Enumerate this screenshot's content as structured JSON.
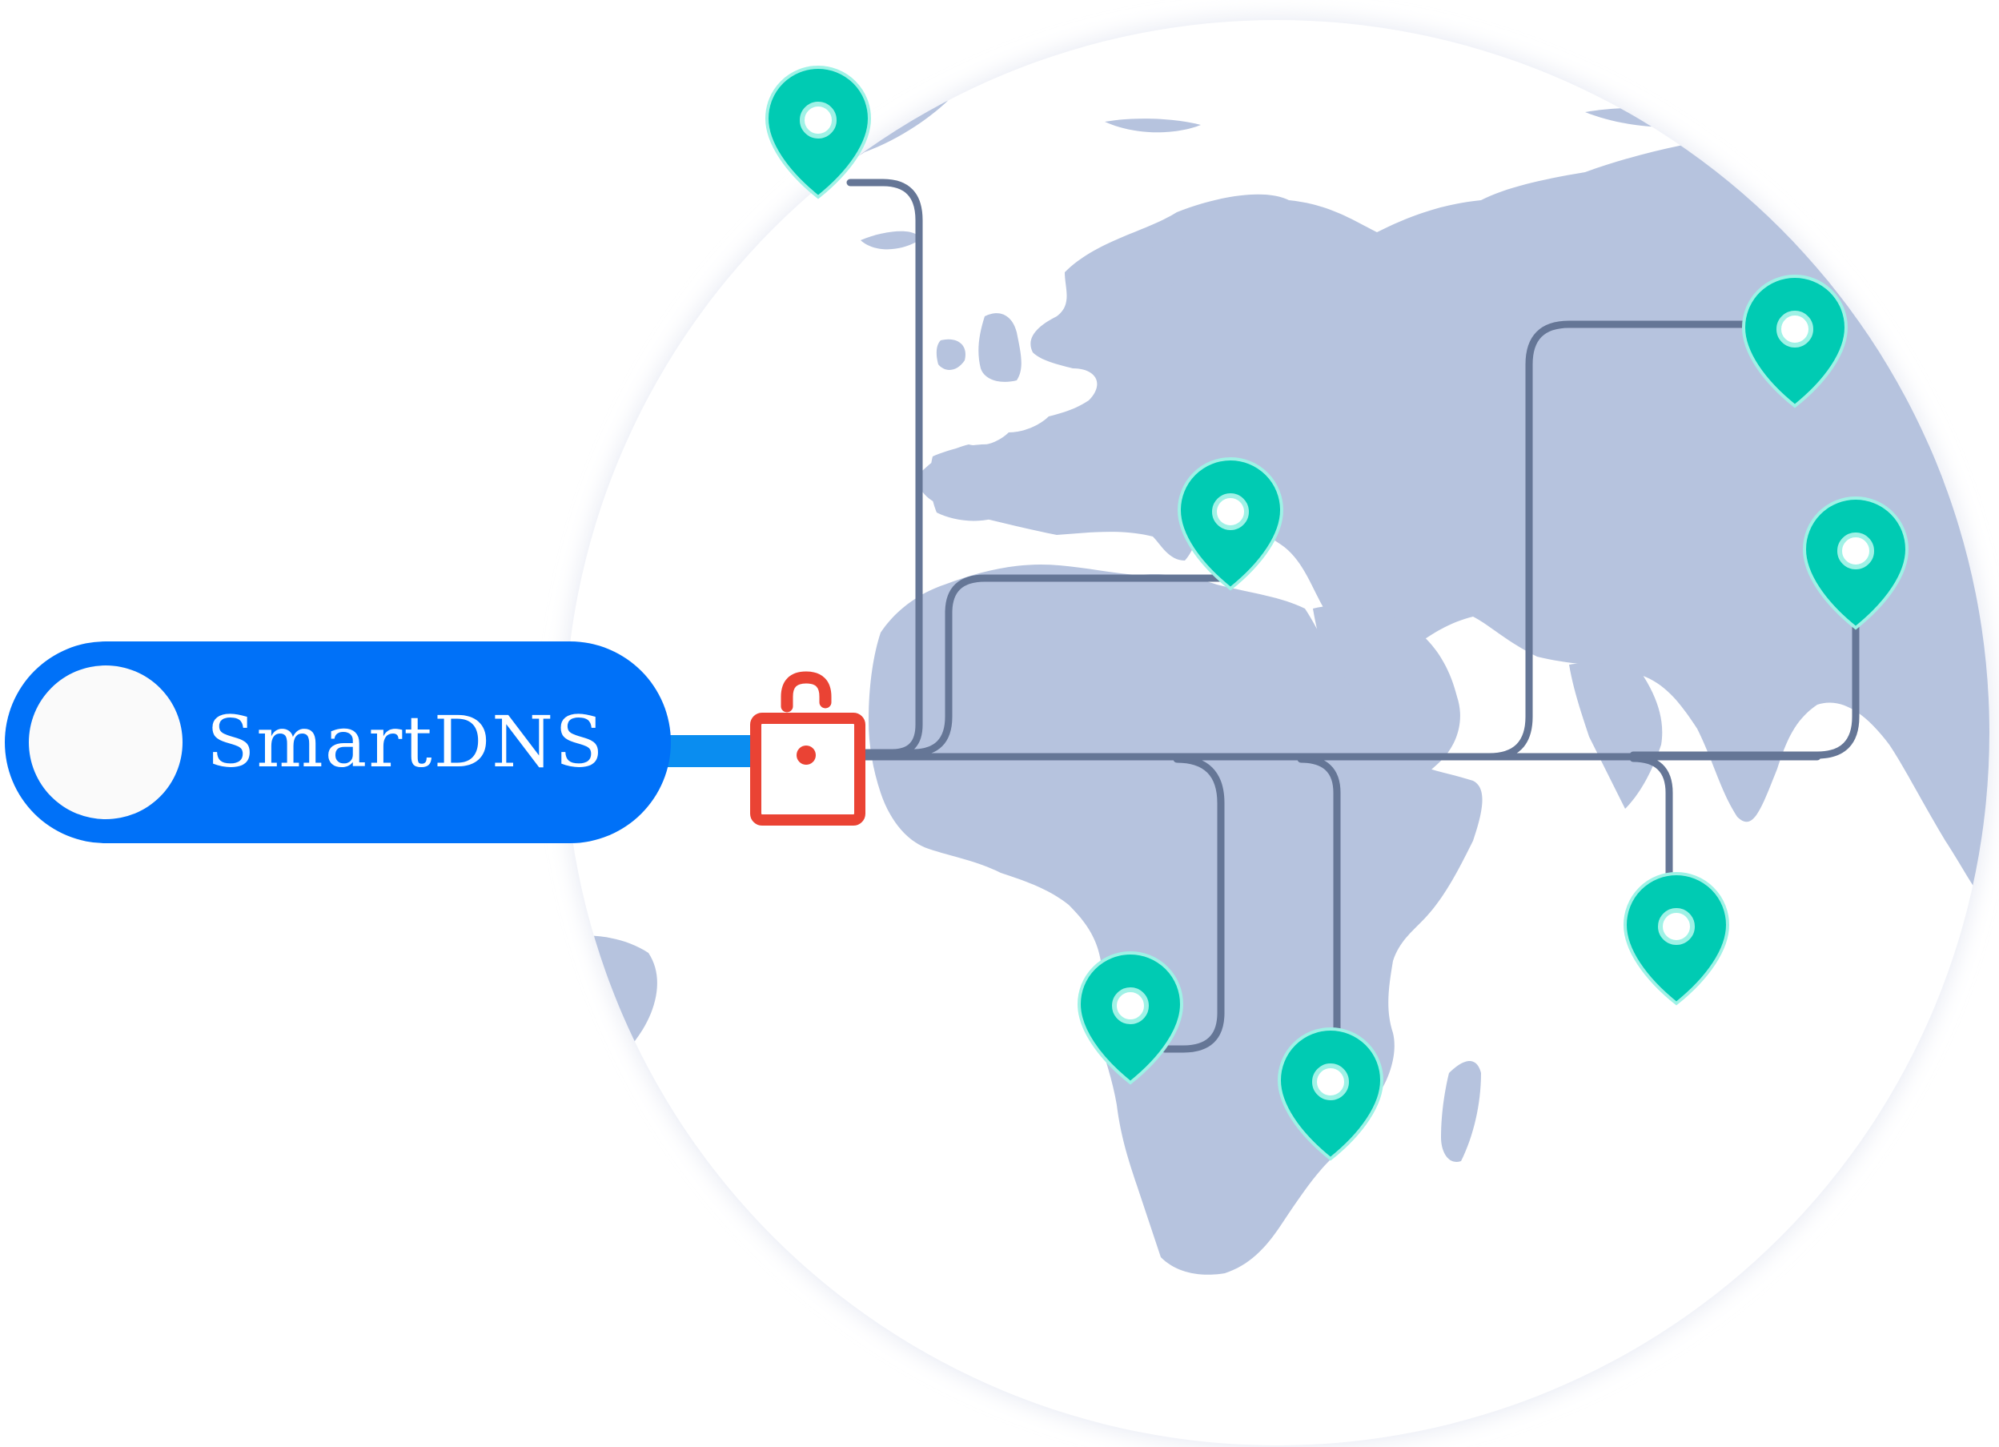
{
  "toggle": {
    "label": "SmartDNS",
    "state": "on"
  },
  "lock": {
    "icon": "unlock-icon",
    "state": "unlocked"
  },
  "locations": [
    {
      "name": "western-europe",
      "icon": "location-pin-icon"
    },
    {
      "name": "eastern-mediterranean",
      "icon": "location-pin-icon"
    },
    {
      "name": "east-asia",
      "icon": "location-pin-icon"
    },
    {
      "name": "southeast-asia",
      "icon": "location-pin-icon"
    },
    {
      "name": "indian-ocean",
      "icon": "location-pin-icon"
    },
    {
      "name": "west-central-africa",
      "icon": "location-pin-icon"
    },
    {
      "name": "south-east-africa",
      "icon": "location-pin-icon"
    }
  ],
  "colors": {
    "globe_fill": "#ffffff",
    "globe_glow": "#e6e9f3",
    "land": "#b6c3de",
    "route_line": "#657696",
    "pin": "#00cbb3",
    "pin_outline": "#9ff2e6",
    "lock": "#ea4334",
    "toggle_bg": "#0071f8",
    "toggle_knob": "#fafafa",
    "toggle_text": "#ffffff",
    "link": "#0a8df0"
  }
}
